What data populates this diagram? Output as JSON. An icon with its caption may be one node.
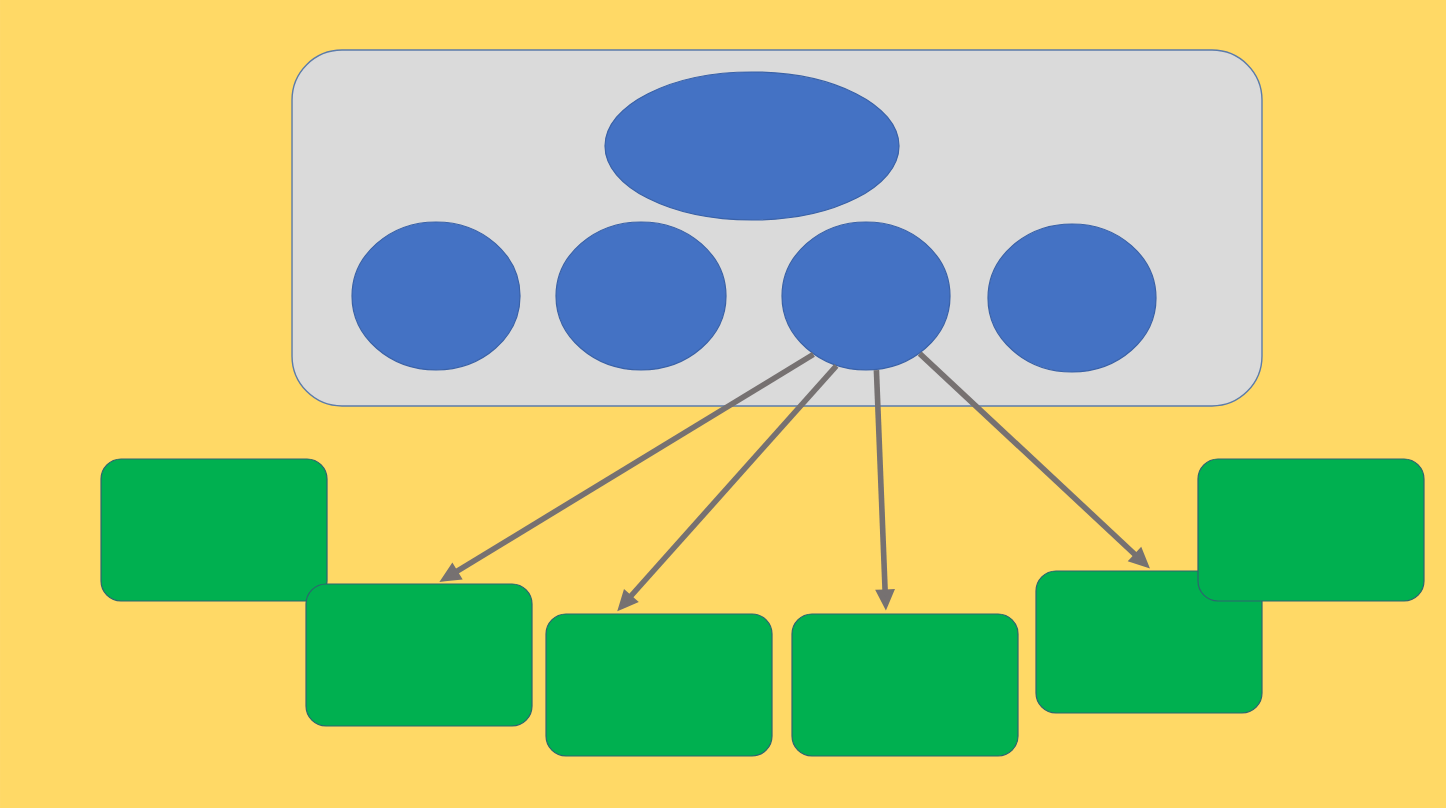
{
  "diagram": {
    "nodes": [
      {
        "text": [],
        "shape": "box"
      },
      {
        "text": [],
        "shape": "ellipse",
        "in": 0
      },
      {
        "text": [],
        "shape": "circle",
        "in": 0
      },
      {
        "text": [],
        "shape": "circle",
        "in": 0
      },
      {
        "text": [],
        "shape": "circle",
        "in": 0
      },
      {
        "text": [],
        "shape": "circle",
        "in": 0
      },
      {
        "text": [],
        "shape": "box"
      },
      {
        "text": [],
        "shape": "box"
      },
      {
        "text": [],
        "shape": "box"
      },
      {
        "text": [],
        "shape": "box"
      },
      {
        "text": [],
        "shape": "box"
      },
      {
        "text": [],
        "shape": "box"
      }
    ],
    "edges": [
      {
        "from": 4,
        "to": 7,
        "arrow": "to"
      },
      {
        "from": 4,
        "to": 8,
        "arrow": "to"
      },
      {
        "from": 4,
        "to": 9,
        "arrow": "to"
      },
      {
        "from": 4,
        "to": 10,
        "arrow": "to"
      }
    ]
  }
}
